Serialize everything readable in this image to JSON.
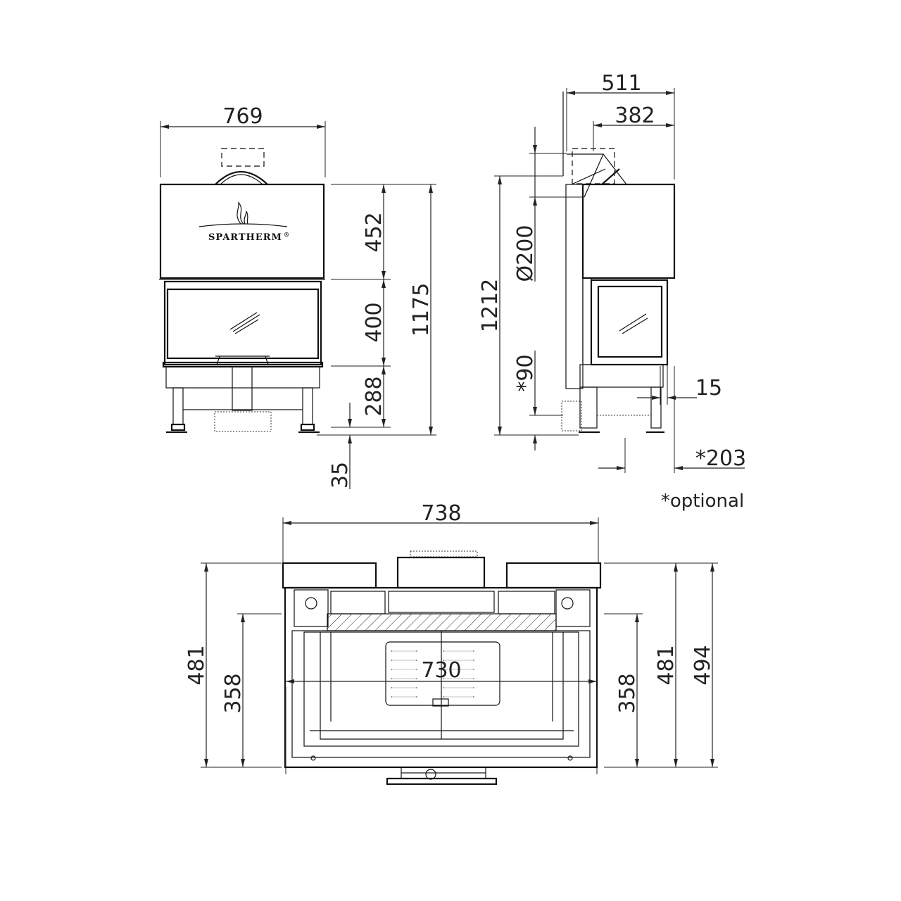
{
  "brand": "SPARTHERM",
  "front_view": {
    "width": "769",
    "hood_height": "452",
    "firebox_height": "400",
    "base_height": "288",
    "total_height": "1175",
    "foot_height": "35"
  },
  "side_view": {
    "total_depth": "511",
    "body_depth": "382",
    "flue_diameter": "Ø200",
    "flue_height": "1212",
    "optional_offset": "*90",
    "projection": "15",
    "optional_depth": "*203"
  },
  "plan_view": {
    "top_width": "738",
    "bottom_width": "730",
    "left_depth": "481",
    "left_inner_depth": "358",
    "right_inner_depth": "358",
    "right_depth": "481",
    "overall_depth": "494"
  },
  "note": "*optional"
}
